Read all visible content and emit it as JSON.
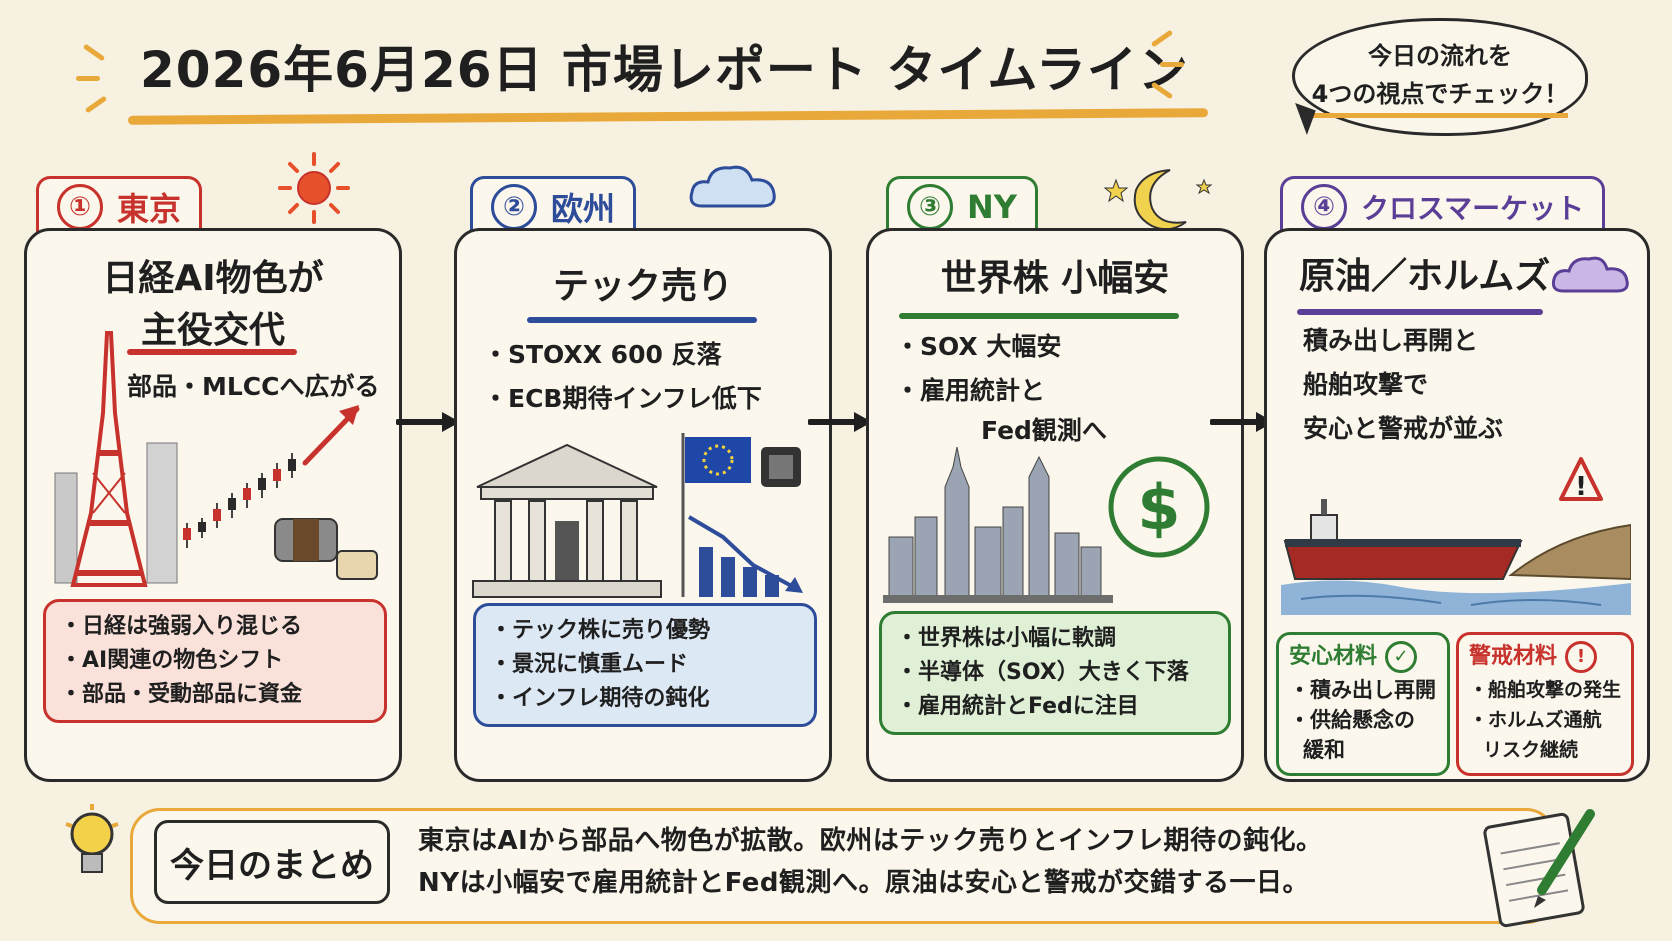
{
  "title": "2026年6月26日 市場レポート タイムライン",
  "bubble": [
    "今日の流れを",
    "4つの視点でチェック！"
  ],
  "panels": [
    {
      "num": "①",
      "label": "東京",
      "headline": [
        "日経AI物色が",
        "主役交代"
      ],
      "sub": [
        "部品・MLCCへ広がる"
      ],
      "box": [
        "・日経は強弱入り混じる",
        "・AI関連の物色シフト",
        "・部品・受動部品に資金"
      ]
    },
    {
      "num": "②",
      "label": "欧州",
      "headline": [
        "テック売り"
      ],
      "sub": [
        "・STOXX 600 反落",
        "・ECB期待インフレ低下"
      ],
      "box": [
        "・テック株に売り優勢",
        "・景況に慎重ムード",
        "・インフレ期待の鈍化"
      ]
    },
    {
      "num": "③",
      "label": "NY",
      "headline": [
        "世界株 小幅安"
      ],
      "sub": [
        "・SOX 大幅安",
        "・雇用統計と",
        "Fed観測へ"
      ],
      "box": [
        "・世界株は小幅に軟調",
        "・半導体（SOX）大きく下落",
        "・雇用統計とFedに注目"
      ]
    },
    {
      "num": "④",
      "label": "クロスマーケット",
      "headline": [
        "原油／ホルムズ"
      ],
      "sub": [
        "積み出し再開と",
        "船舶攻撃で",
        "安心と警戒が並ぶ"
      ],
      "relief": {
        "title": "安心材料",
        "items": [
          "・積み出し再開",
          "・供給懸念の",
          "緩和"
        ]
      },
      "caution": {
        "title": "警戒材料",
        "items": [
          "・船舶攻撃の発生",
          "・ホルムズ通航",
          "リスク継続"
        ]
      }
    }
  ],
  "summary": {
    "title": "今日のまとめ",
    "lines": [
      "東京はAIから部品へ物色が拡散。欧州はテック売りとインフレ期待の鈍化。",
      "NYは小幅安で雇用統計とFed観測へ。原油は安心と警戒が交錯する一日。"
    ]
  },
  "icons": {
    "tokyo": "sun-icon",
    "europe": "cloud-icon",
    "ny": "moon-icon",
    "cross": "storm-cloud-icon",
    "summary": "lightbulb-icon",
    "notebook": "notebook-pen-icon"
  },
  "colors": {
    "tokyo": "#c8322c",
    "europe": "#2d4c9a",
    "ny": "#2f7d32",
    "cross": "#5b3f96",
    "accent": "#e8a93a"
  }
}
